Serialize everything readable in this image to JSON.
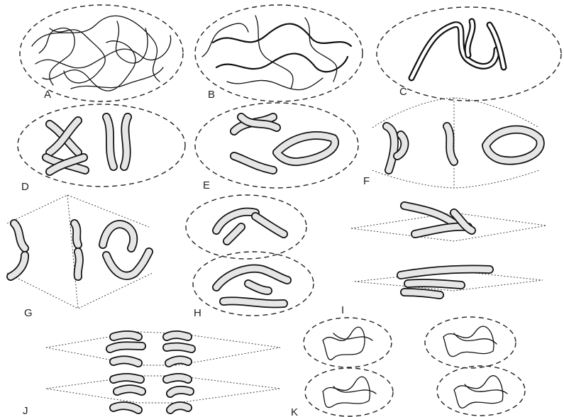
{
  "figure": {
    "panels": [
      {
        "id": "A",
        "label": "A"
      },
      {
        "id": "B",
        "label": "B"
      },
      {
        "id": "C",
        "label": "C"
      },
      {
        "id": "D",
        "label": "D"
      },
      {
        "id": "E",
        "label": "E"
      },
      {
        "id": "F",
        "label": "F"
      },
      {
        "id": "G",
        "label": "G"
      },
      {
        "id": "H",
        "label": "H"
      },
      {
        "id": "I",
        "label": "I"
      },
      {
        "id": "J",
        "label": "J"
      },
      {
        "id": "K",
        "label": "K"
      }
    ],
    "colors": {
      "ink": "#111111",
      "chromatid_fill": "#e6e6e6",
      "background": "#ffffff"
    }
  }
}
